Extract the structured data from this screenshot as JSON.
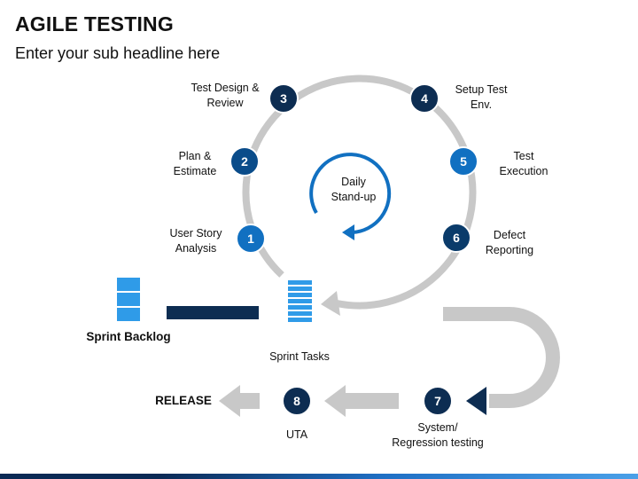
{
  "header": {
    "title": "AGILE TESTING",
    "subtitle": "Enter your sub headline here"
  },
  "center": {
    "label_line1": "Daily",
    "label_line2": "Stand-up"
  },
  "steps": [
    {
      "number": "1",
      "line1": "User Story",
      "line2": "Analysis"
    },
    {
      "number": "2",
      "line1": "Plan &",
      "line2": "Estimate"
    },
    {
      "number": "3",
      "line1": "Test Design &",
      "line2": "Review"
    },
    {
      "number": "4",
      "line1": "Setup Test",
      "line2": "Env."
    },
    {
      "number": "5",
      "line1": "Test",
      "line2": "Execution"
    },
    {
      "number": "6",
      "line1": "Defect",
      "line2": "Reporting"
    },
    {
      "number": "7",
      "line1": "System/",
      "line2": "Regression testing"
    },
    {
      "number": "8",
      "line1": "UTA",
      "line2": ""
    }
  ],
  "sprint_backlog": "Sprint Backlog",
  "sprint_tasks": "Sprint Tasks",
  "release": "RELEASE",
  "colors": {
    "dark_navy": "#0d2d52",
    "blue": "#1170c1",
    "light_blue": "#2f9be8",
    "gray": "#c8c8c8"
  }
}
